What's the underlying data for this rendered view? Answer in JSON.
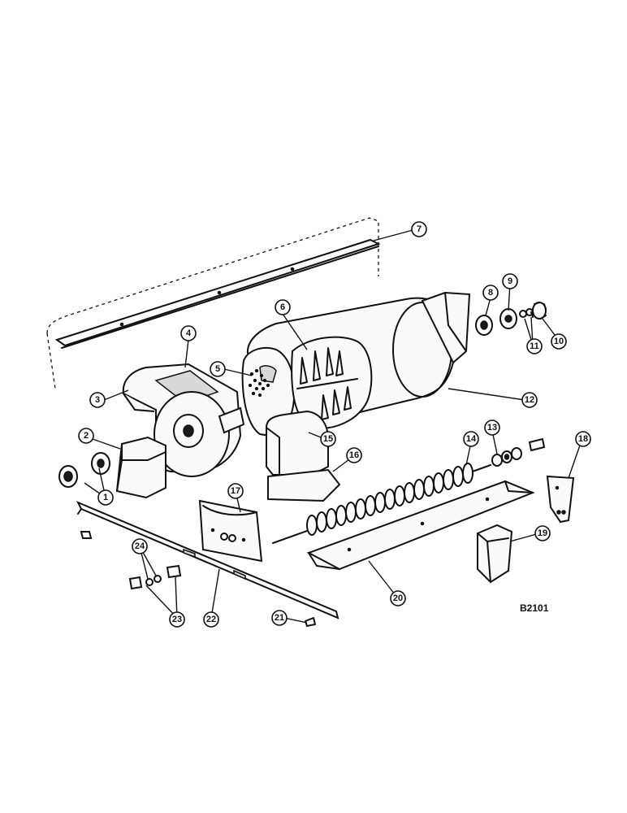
{
  "diagram": {
    "drawing_code": "B2101",
    "callouts": [
      "1",
      "2",
      "3",
      "4",
      "5",
      "6",
      "7",
      "8",
      "9",
      "10",
      "11",
      "12",
      "13",
      "14",
      "15",
      "16",
      "17",
      "18",
      "19",
      "20",
      "21",
      "22",
      "23",
      "24"
    ]
  }
}
